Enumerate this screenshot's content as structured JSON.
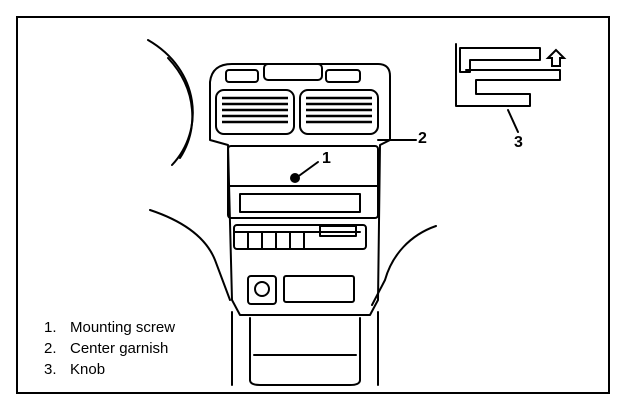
{
  "callouts": {
    "screw": "1",
    "garnish": "2",
    "knob": "3"
  },
  "legend": [
    {
      "num": "1.",
      "text": "Mounting screw"
    },
    {
      "num": "2.",
      "text": "Center garnish"
    },
    {
      "num": "3.",
      "text": "Knob"
    }
  ],
  "colors": {
    "line": "#000000",
    "background": "#ffffff"
  }
}
